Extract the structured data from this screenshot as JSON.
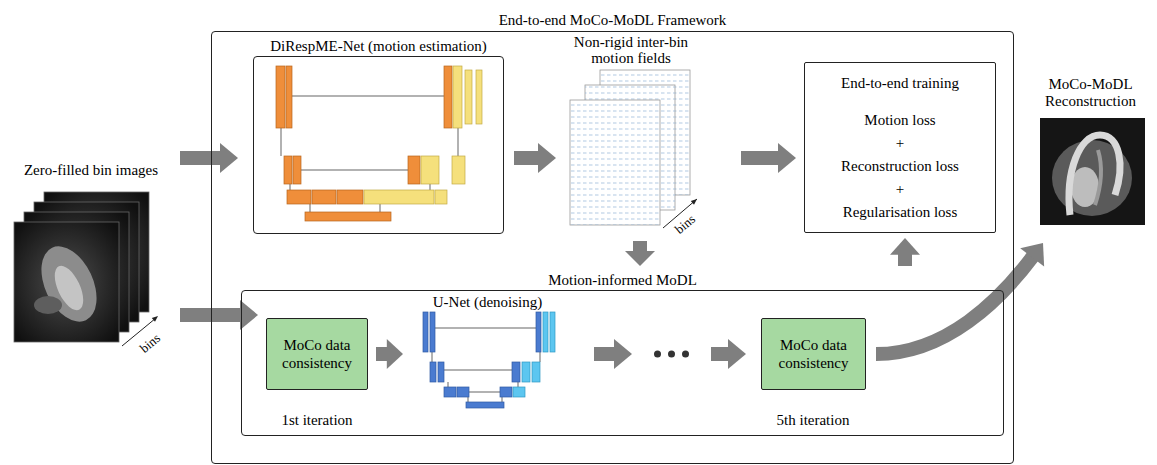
{
  "diagram": {
    "nodes": [
      {
        "text": [
          "Zero-filled bin images",
          "bins"
        ]
      },
      {
        "text": [
          "End-to-end MoCo-MoDL Framework"
        ]
      },
      {
        "text": [
          "DiRespME-Net (motion estimation)"
        ],
        "in": 1
      },
      {
        "text": [
          "Non-rigid inter-bin motion fields",
          "bins"
        ],
        "in": 1
      },
      {
        "text": [
          "End-to-end training",
          "Motion loss",
          "+",
          "Reconstruction loss",
          "+",
          "Regularisation loss"
        ],
        "in": 1
      },
      {
        "text": [
          "Motion-informed MoDL",
          "1st iteration",
          "5th iteration"
        ],
        "in": 1
      },
      {
        "text": [
          "MoCo data consistency"
        ],
        "in": 5
      },
      {
        "text": [
          "U-Net (denoising)"
        ],
        "in": 5
      },
      {
        "text": [
          "MoCo data consistency"
        ],
        "in": 5
      },
      {
        "text": [
          "MoCo-MoDL Reconstruction"
        ]
      }
    ],
    "edges": [
      {
        "from": 0,
        "to": 2,
        "arrow": "to"
      },
      {
        "from": 0,
        "to": 5,
        "arrow": "to"
      },
      {
        "from": 2,
        "to": 3,
        "arrow": "to"
      },
      {
        "from": 3,
        "to": 4,
        "arrow": "to"
      },
      {
        "from": 3,
        "to": 5,
        "arrow": "to"
      },
      {
        "from": 6,
        "to": 7,
        "arrow": "to"
      },
      {
        "from": 7,
        "to": 8,
        "arrow": "to"
      },
      {
        "from": 5,
        "to": 4,
        "arrow": "to"
      },
      {
        "from": 8,
        "to": 9,
        "arrow": "to"
      }
    ]
  }
}
